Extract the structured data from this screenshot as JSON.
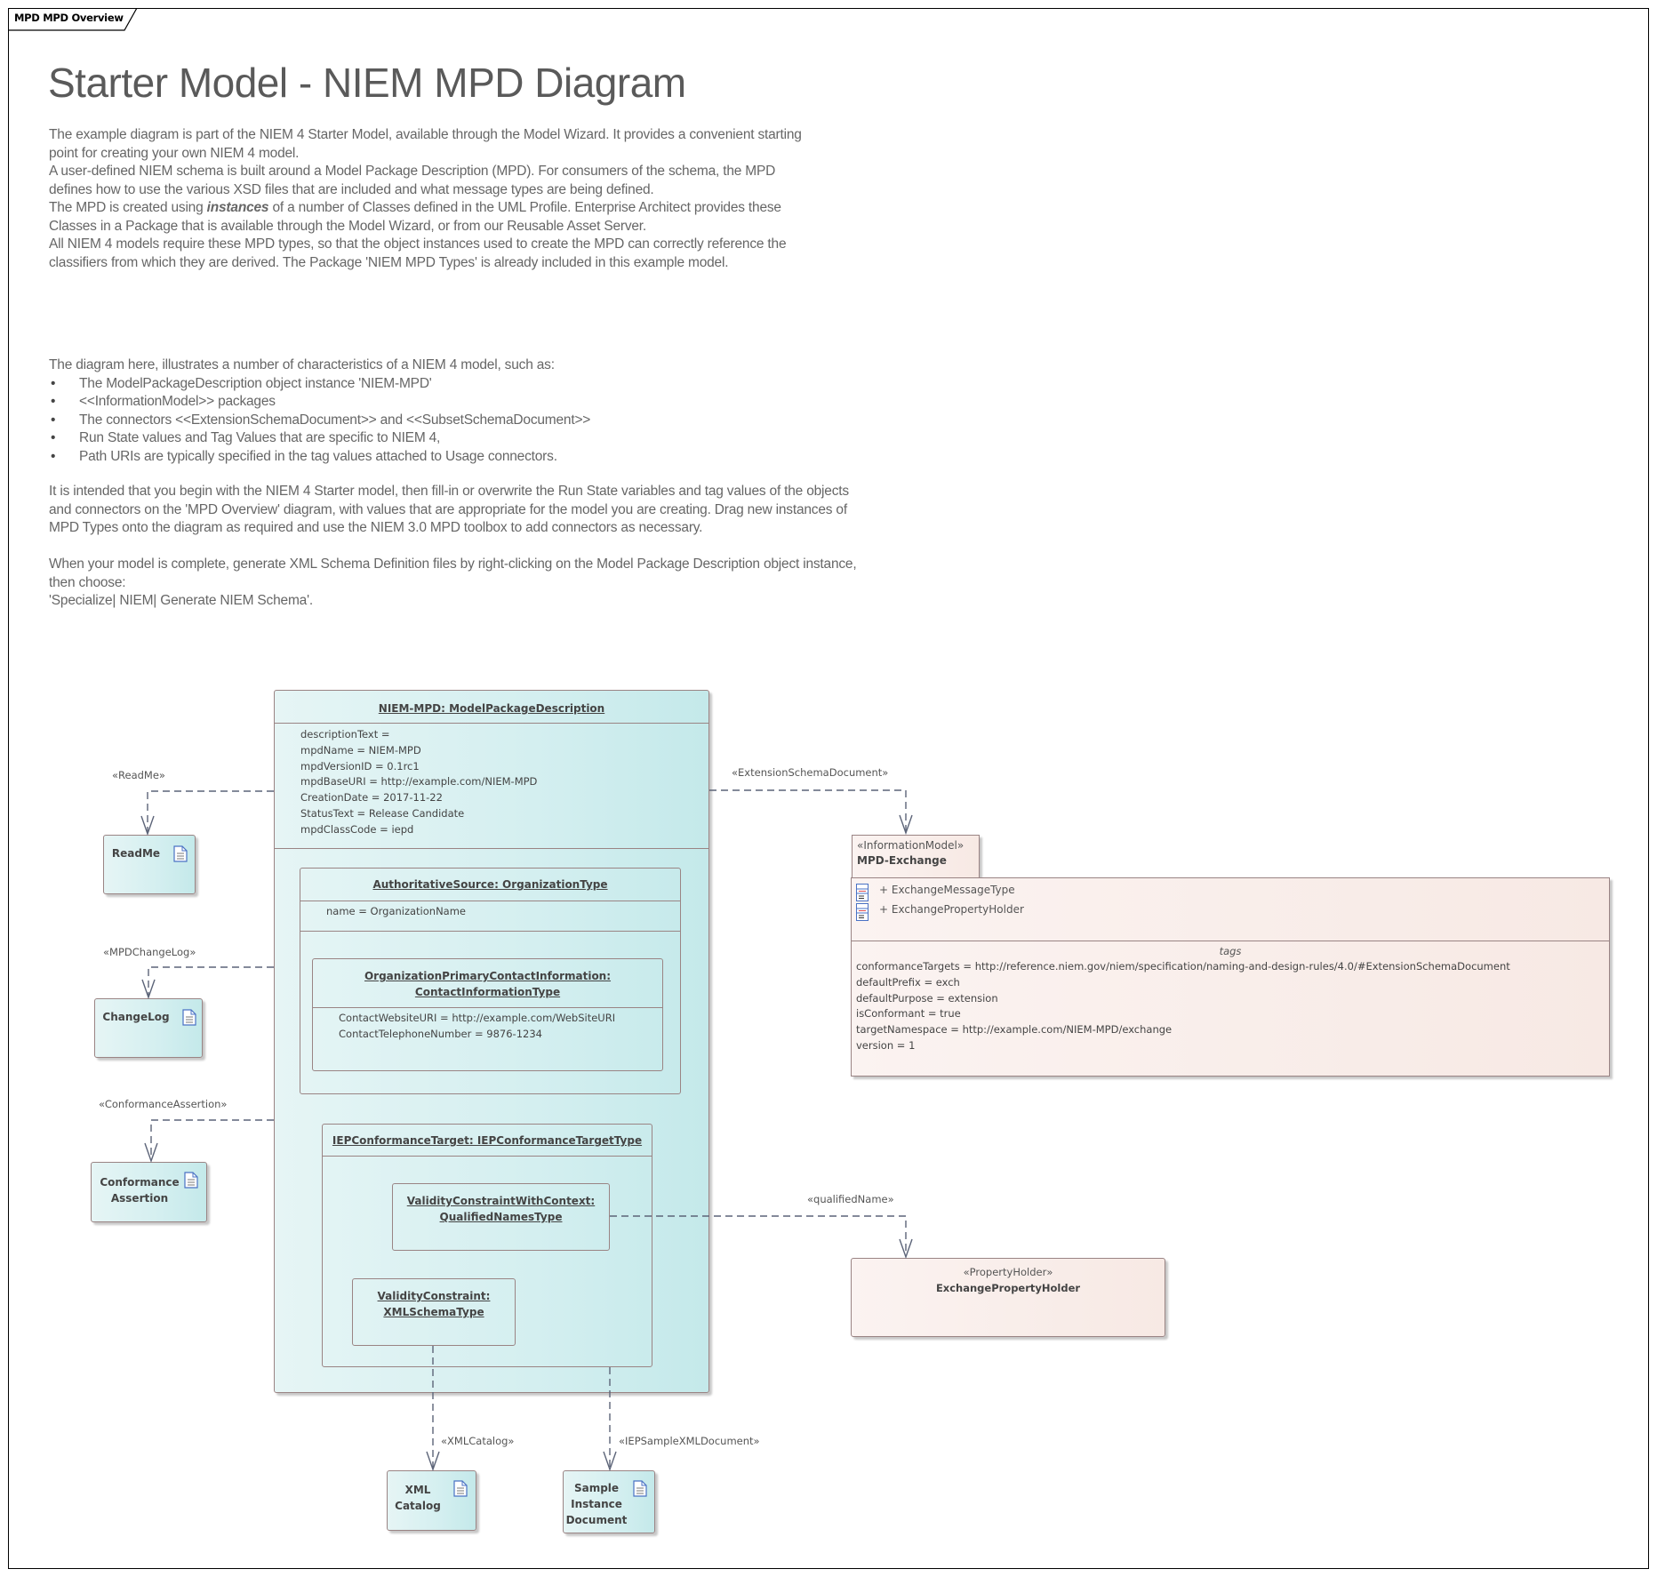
{
  "frame": {
    "label": "MPD MPD Overview"
  },
  "title": "Starter Model - NIEM MPD Diagram",
  "intro_lines": [
    "The example diagram is part of the NIEM 4 Starter Model, available through the Model Wizard.  It provides a convenient starting",
    "point for creating your own NIEM 4 model.",
    "A user-defined NIEM schema is built around a Model Package Description (MPD).  For consumers of the schema, the MPD",
    "defines how to use the various XSD files that are included and what message types are being defined.",
    "The MPD is created using ",
    "Classes in a Package that is available through the Model Wizard, or from our Reusable Asset Server.",
    "All NIEM 4 models require these MPD types, so that the object instances used to create the MPD can correctly reference the",
    "classifiers from which they are derived.  The Package 'NIEM MPD Types' is already included in this example model."
  ],
  "intro_emph": {
    "before": "The MPD is created using ",
    "bold": "instances",
    "after": " of a number of Classes defined in the UML Profile. Enterprise Architect provides these"
  },
  "list": {
    "lead": "The diagram here, illustrates a number of characteristics of a NIEM 4 model, such as:",
    "items": [
      "The ModelPackageDescription object instance 'NIEM-MPD'",
      "<<InformationModel>> packages",
      "The connectors <<ExtensionSchemaDocument>> and <<SubsetSchemaDocument>>",
      "Run State values and Tag Values that are specific to NIEM 4,",
      "Path URIs are typically specified in the tag values attached to Usage connectors."
    ]
  },
  "intend_lines": [
    "It is intended that you begin with the NIEM 4 Starter model, then fill-in or overwrite the Run State variables and tag values of the objects",
    "and connectors on the 'MPD Overview' diagram, with values that are appropriate for the model you are creating.  Drag new instances of",
    "MPD Types onto the diagram as required and use the NIEM 3.0 MPD toolbox to add connectors as necessary."
  ],
  "when_lines": [
    "When your model is complete, generate XML Schema Definition files by right-clicking on the Model Package Description object instance,",
    "then choose:",
    "'Specialize| NIEM| Generate NIEM Schema'."
  ],
  "diagram": {
    "mpd": {
      "header": "NIEM-MPD: ModelPackageDescription",
      "attributes": [
        "descriptionText =",
        "mpdName = NIEM-MPD",
        "mpdVersionID = 0.1rc1",
        "mpdBaseURI = http://example.com/NIEM-MPD",
        "CreationDate = 2017-11-22",
        "StatusText = Release Candidate",
        "mpdClassCode = iepd"
      ]
    },
    "authoritative_source": {
      "header": "AuthoritativeSource: OrganizationType",
      "attributes": [
        "name = OrganizationName"
      ]
    },
    "contact_info": {
      "header_line1": "OrganizationPrimaryContactInformation:",
      "header_line2": "ContactInformationType",
      "attributes": [
        "ContactWebsiteURI = http://example.com/WebSiteURI",
        "ContactTelephoneNumber = 9876-1234"
      ]
    },
    "iep_target": {
      "header": "IEPConformanceTarget: IEPConformanceTargetType"
    },
    "validity_context": {
      "header_line1": "ValidityConstraintWithContext:",
      "header_line2": "QualifiedNamesType"
    },
    "validity_schema": {
      "header_line1": "ValidityConstraint:",
      "header_line2": "XMLSchemaType"
    },
    "notes": {
      "readme": {
        "label": "ReadMe",
        "stereotype": "«ReadMe»",
        "icon": "document-icon"
      },
      "changelog": {
        "label": "ChangeLog",
        "stereotype": "«MPDChangeLog»",
        "icon": "document-icon"
      },
      "conformance": {
        "label_line1": "Conformance",
        "label_line2": "Assertion",
        "stereotype": "«ConformanceAssertion»",
        "icon": "document-icon"
      },
      "xml_catalog": {
        "label_line1": "XML",
        "label_line2": "Catalog",
        "stereotype": "«XMLCatalog»",
        "icon": "document-icon"
      },
      "sample_doc": {
        "label_line1": "Sample",
        "label_line2": "Instance",
        "label_line3": "Document",
        "stereotype": "«IEPSampleXMLDocument»",
        "icon": "document-icon"
      }
    },
    "package": {
      "stereotype": "«InformationModel»",
      "name": "MPD-Exchange",
      "members": [
        {
          "icon": "class-icon",
          "label": "+ ExchangeMessageType"
        },
        {
          "icon": "class-icon",
          "label": "+ ExchangePropertyHolder"
        }
      ],
      "tags_title": "tags",
      "tags": [
        "conformanceTargets = http://reference.niem.gov/niem/specification/naming-and-design-rules/4.0/#ExtensionSchemaDocument",
        "defaultPrefix = exch",
        "defaultPurpose = extension",
        "isConformant = true",
        "targetNamespace = http://example.com/NIEM-MPD/exchange",
        "version = 1"
      ],
      "connector_stereotype": "«ExtensionSchemaDocument»"
    },
    "property_holder": {
      "stereotype": "«PropertyHolder»",
      "name": "ExchangePropertyHolder",
      "connector_stereotype": "«qualifiedName»"
    },
    "colors": {
      "connector": "#5c6478",
      "border": "#9a8484",
      "teal_fill": "#d4eff0",
      "peach_fill": "#f7e9e4",
      "icon_blue": "#4a72c4"
    }
  }
}
